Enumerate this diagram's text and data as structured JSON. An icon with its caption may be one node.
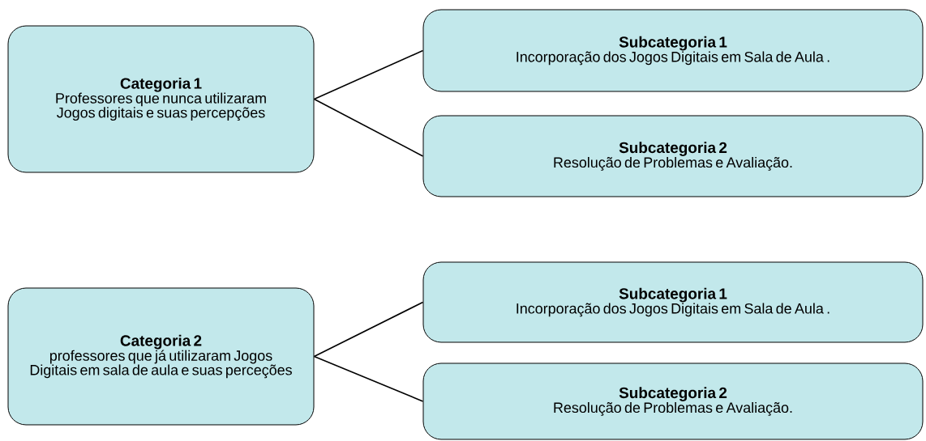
{
  "diagram": {
    "nodes": [
      {
        "text": [
          "Categoria 1",
          "Professores que nunca utilizaram Jogos digitais e suas percepções"
        ]
      },
      {
        "text": [
          "Subcategoria 1",
          "Incorporação dos Jogos Digitais em Sala de Aula ."
        ]
      },
      {
        "text": [
          "Subcategoria 2",
          "Resolução de Problemas e Avaliação."
        ]
      },
      {
        "text": [
          "Categoria 2",
          "professores que já utilizaram Jogos Digitais em sala de aula e suas perceções"
        ]
      },
      {
        "text": [
          "Subcategoria 1",
          "Incorporação dos Jogos Digitais em Sala de Aula ."
        ]
      },
      {
        "text": [
          "Subcategoria 2",
          "Resolução de Problemas e Avaliação."
        ]
      }
    ],
    "edges": [
      {
        "from": 0,
        "to": 1,
        "arrow": "none"
      },
      {
        "from": 0,
        "to": 2,
        "arrow": "none"
      },
      {
        "from": 3,
        "to": 4,
        "arrow": "none"
      },
      {
        "from": 3,
        "to": 5,
        "arrow": "none"
      }
    ]
  }
}
